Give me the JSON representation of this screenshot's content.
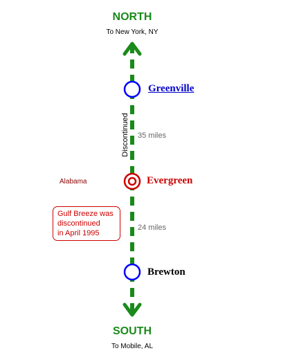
{
  "north": {
    "label": "NORTH",
    "sub": "To New York, NY"
  },
  "south": {
    "label": "SOUTH",
    "sub": "To Mobile, AL"
  },
  "stations": [
    {
      "name": "Greenville",
      "color": "#0000cc",
      "link": true
    },
    {
      "name": "Evergreen",
      "color": "#cc0000"
    },
    {
      "name": "Brewton",
      "color": "#000000"
    }
  ],
  "segments": [
    {
      "distance": "35 miles",
      "status": "Discontinued"
    },
    {
      "distance": "24 miles"
    }
  ],
  "state_label": "Alabama",
  "note": {
    "lines": [
      "Gulf Breeze was",
      "discontinued",
      "in April 1995"
    ]
  },
  "colors": {
    "track": "#1a8a1a",
    "station_ring": "#0000ff",
    "major_ring": "#cc0000"
  }
}
